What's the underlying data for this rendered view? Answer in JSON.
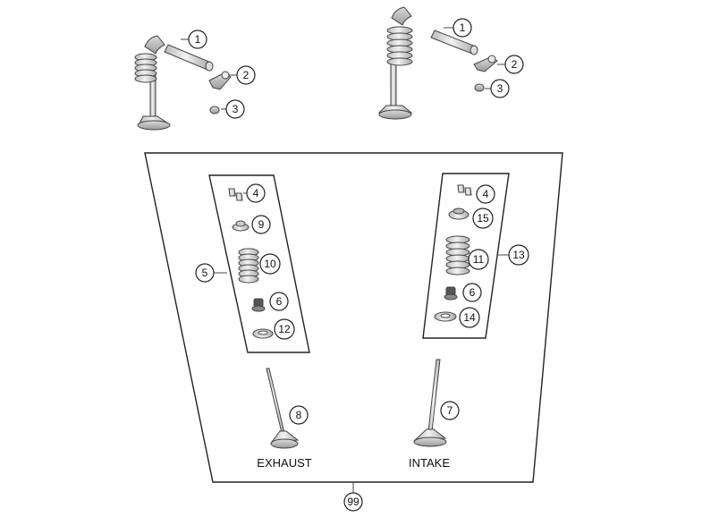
{
  "callouts": {
    "c1a": "1",
    "c2a": "2",
    "c3a": "3",
    "c1b": "1",
    "c2b": "2",
    "c3b": "3",
    "c4a": "4",
    "c9": "9",
    "c5": "5",
    "c10": "10",
    "c6a": "6",
    "c12": "12",
    "c4b": "4",
    "c15": "15",
    "c11": "11",
    "c13": "13",
    "c6b": "6",
    "c14": "14",
    "c8": "8",
    "c7": "7",
    "c99": "99"
  },
  "labels": {
    "exhaust": "EXHAUST",
    "intake": "INTAKE"
  }
}
